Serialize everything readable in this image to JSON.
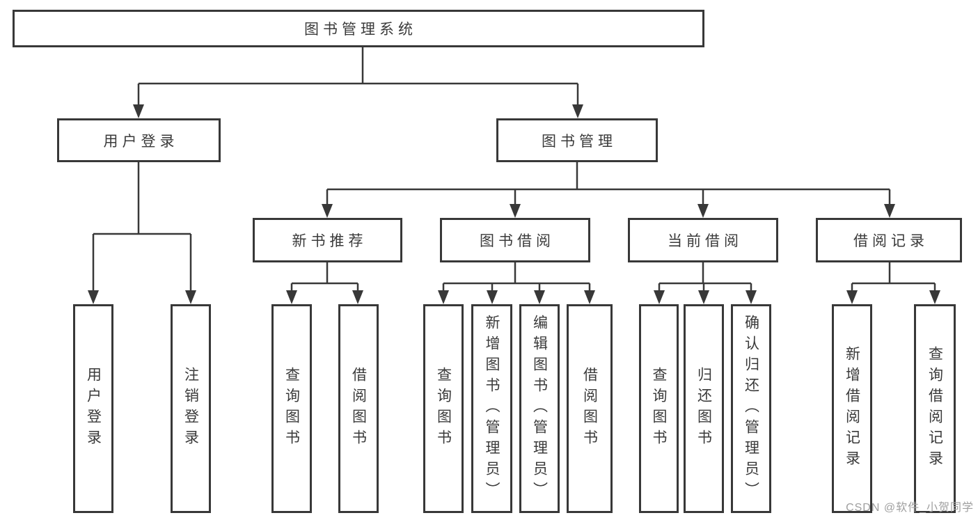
{
  "tree": {
    "root": {
      "label": "图书管理系统"
    },
    "branches": [
      {
        "label": "用户登录",
        "children": [
          {
            "label": "用户登录"
          },
          {
            "label": "注销登录"
          }
        ]
      },
      {
        "label": "图书管理",
        "children": [
          {
            "label": "新书推荐",
            "children": [
              {
                "label": "查询图书"
              },
              {
                "label": "借阅图书"
              }
            ]
          },
          {
            "label": "图书借阅",
            "children": [
              {
                "label": "查询图书"
              },
              {
                "label": "新增图书（管理员）"
              },
              {
                "label": "编辑图书（管理员）"
              },
              {
                "label": "借阅图书"
              }
            ]
          },
          {
            "label": "当前借阅",
            "children": [
              {
                "label": "查询图书"
              },
              {
                "label": "归还图书"
              },
              {
                "label": "确认归还（管理员）"
              }
            ]
          },
          {
            "label": "借阅记录",
            "children": [
              {
                "label": "新增借阅记录"
              },
              {
                "label": "查询借阅记录"
              }
            ]
          }
        ]
      }
    ]
  },
  "watermark": "CSDN @软件_小贺同学",
  "colors": {
    "line": "#383838",
    "box_fill": "#ffffff",
    "text": "#3a3a3a",
    "watermark": "#9f9f9f"
  }
}
